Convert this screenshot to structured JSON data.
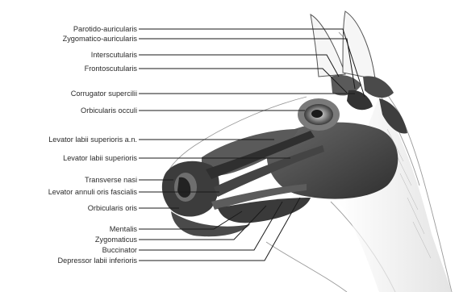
{
  "diagram": {
    "labels": [
      "Parotido-auricularis",
      "Zygomatico-auricularis",
      "Interscutularis",
      "Frontoscutularis",
      "Corrugator supercilii",
      "Orbicularis occuli",
      "Levator labii superioris a.n.",
      "Levator labii superioris",
      "Transverse nasi",
      "Levator annuli oris fascialis",
      "Orbicularis oris",
      "Mentalis",
      "Zygomaticus",
      "Buccinator",
      "Depressor labii inferioris"
    ]
  },
  "colors": {
    "line": "#1a1a1a",
    "muscle": "#4a4a4a",
    "sketch": "#8a8a8a"
  }
}
